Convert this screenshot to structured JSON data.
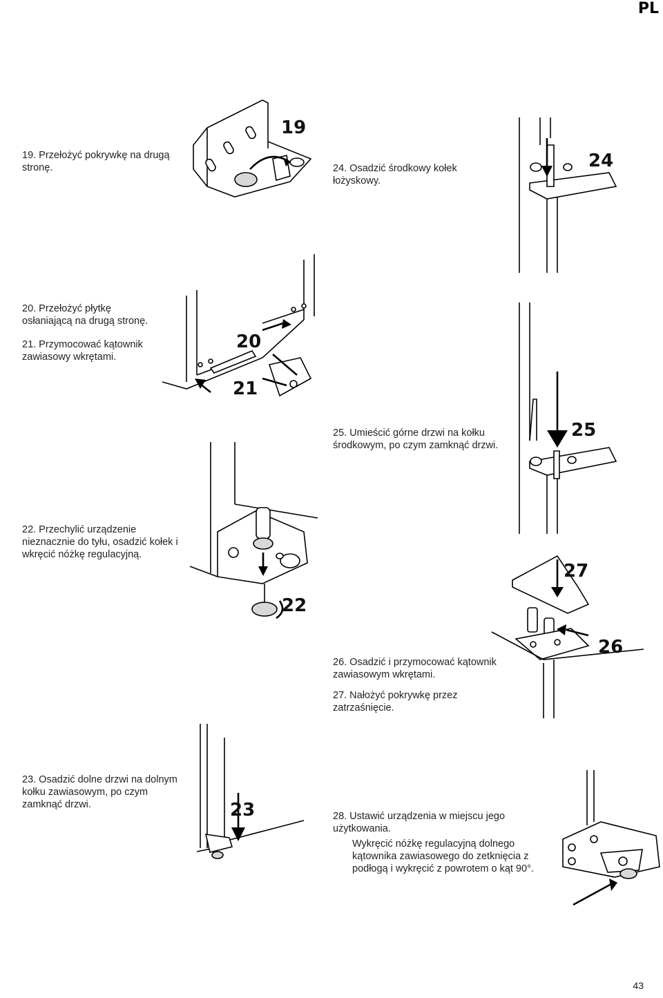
{
  "header": {
    "lang": "PL"
  },
  "steps": {
    "s19": {
      "num": "19.",
      "text": "Przełożyć pokrywkę na drugą stronę."
    },
    "s20": {
      "num": "20.",
      "text": "Przełożyć płytkę osłaniającą na drugą stronę."
    },
    "s21": {
      "num": "21.",
      "text": "Przymocować kątownik zawiasowy wkrętami."
    },
    "s22": {
      "num": "22.",
      "text": "Przechylić urządzenie nieznacznie do tyłu, osadzić kołek i wkręcić nóżkę regulacyjną."
    },
    "s23": {
      "num": "23.",
      "text": "Osadzić dolne drzwi na dolnym kołku zawiasowym, po czym zamknąć drzwi."
    },
    "s24": {
      "num": "24.",
      "text": "Osadzić środkowy kołek łożyskowy."
    },
    "s25": {
      "num": "25.",
      "text": "Umieścić górne drzwi na kołku środkowym, po czym zamknąć drzwi."
    },
    "s26": {
      "num": "26.",
      "text": "Osadzić i przymocować kątownik zawiasowym wkrętami."
    },
    "s27": {
      "num": "27.",
      "text": "Nałożyć pokrywkę przez zatrzaśnięcie."
    },
    "s28": {
      "num": "28.",
      "text": "Ustawić urządzenia w miejscu jego użytkowania.",
      "text2": "Wykręcić nóżkę regulacyjną dolnego kątownika zawiasowego do zetknięcia z podłogą i wykręcić z powrotem o kąt 90°."
    }
  },
  "figures": {
    "f19": "19",
    "f20": "20",
    "f21": "21",
    "f22": "22",
    "f23": "23",
    "f24": "24",
    "f25": "25",
    "f26": "26",
    "f27": "27"
  },
  "footer": {
    "page": "43"
  }
}
